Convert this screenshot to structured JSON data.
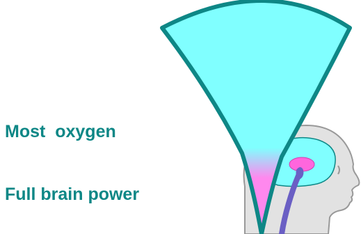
{
  "caption": {
    "line1": "Most  oxygen",
    "line2": "Full brain power"
  },
  "colors": {
    "text": "#0e8786",
    "funnel_fill": "#80ffff",
    "funnel_stroke": "#0e8786",
    "funnel_glow": "#ff88ee",
    "head_fill": "#e2e2e2",
    "head_stroke": "#999999",
    "brain_fill": "#80ffff",
    "limbic_fill": "#ff66dd",
    "spine": "#6a5fc4"
  },
  "icons": [
    "funnel-shape",
    "head-profile",
    "brain",
    "limbic-system",
    "spinal-cord"
  ]
}
